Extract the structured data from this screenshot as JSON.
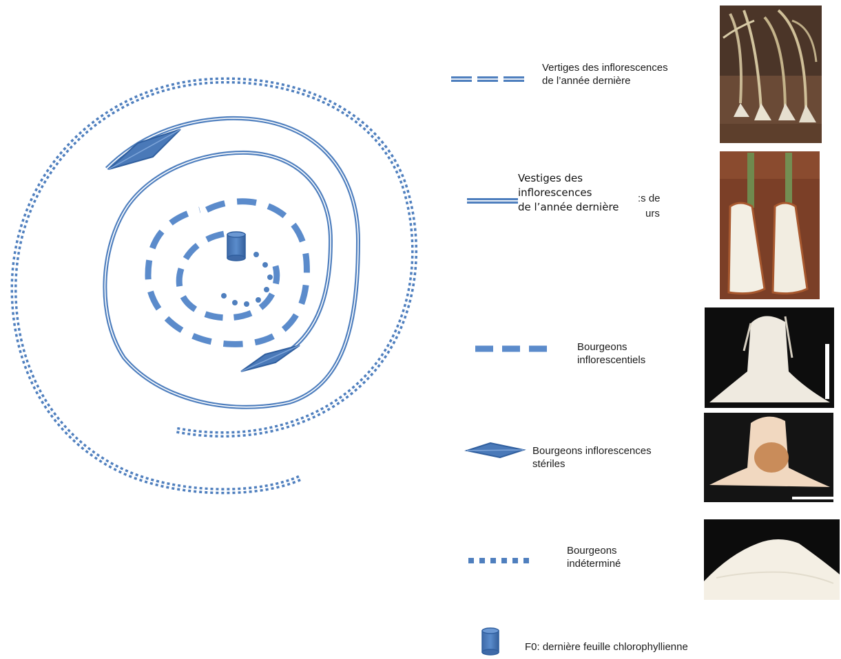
{
  "diagram": {
    "colors": {
      "primary": "#4f7fbe",
      "dark": "#2f5e9e",
      "fill": "#4a79b8"
    },
    "legend": [
      {
        "symbol": "double-dash-line",
        "lines": [
          "Vertiges des inflorescences",
          "de l’année  dernière"
        ]
      },
      {
        "symbol": "double-solid-line",
        "lines": [
          "Vestiges des",
          "inflorescences",
          " de l’année dernière"
        ],
        "partial_hidden": [
          ":s de",
          "urs"
        ]
      },
      {
        "symbol": "dashed-line",
        "lines": [
          "Bourgeons",
          "inflorescentiels"
        ]
      },
      {
        "symbol": "diamond",
        "lines": [
          "Bourgeons inflorescences",
          "stériles"
        ]
      },
      {
        "symbol": "dotted-line",
        "lines": [
          "Bourgeons",
          "indéterminé"
        ]
      },
      {
        "symbol": "cylinder",
        "lines": [
          "F0: dernière feuille chlorophyllienne"
        ]
      }
    ],
    "photos": [
      {
        "name": "dried-inflorescence-remains-photo"
      },
      {
        "name": "split-stems-photo"
      },
      {
        "name": "inflorescence-bud-photo"
      },
      {
        "name": "sterile-bud-photo"
      },
      {
        "name": "undetermined-bud-photo"
      }
    ]
  }
}
